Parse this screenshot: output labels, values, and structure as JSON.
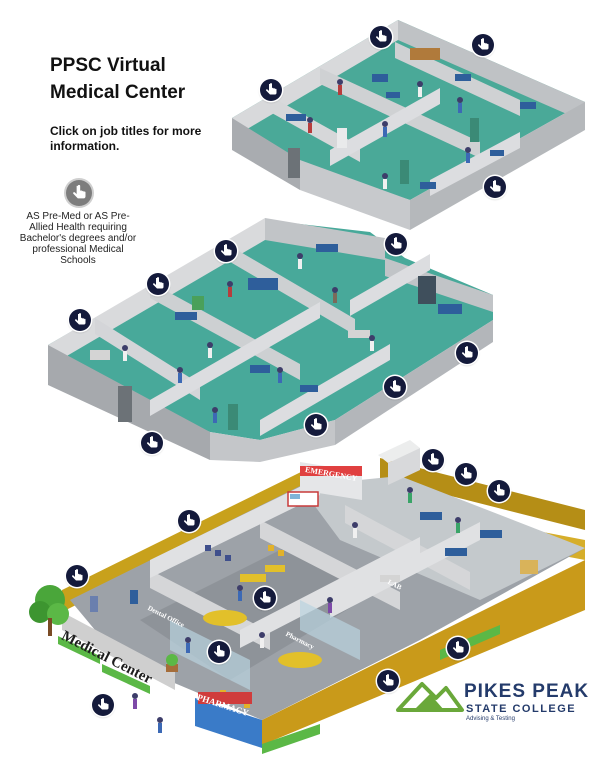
{
  "page": {
    "title_line1": "PPSC Virtual",
    "title_line2": "Medical Center",
    "instructions": "Click on job titles for more information.",
    "legend": {
      "icon": "pointer-hand-icon",
      "text": "AS Pre-Med or AS Pre-Allied Health requiring Bachelor's degrees and/or professional Medical Schools"
    }
  },
  "signs": {
    "medical_center": "Medical Center",
    "pharmacy": "PHARMACY",
    "emergency": "EMERGENCY",
    "dental_office": "Dental Office",
    "pharmacy_room": "Pharmacy",
    "lab": "LAB"
  },
  "logo": {
    "line1": "PIKES PEAK",
    "line2": "STATE COLLEGE",
    "line3": "Advising & Testing"
  },
  "hotspots": {
    "top_floor": [
      "pointer-hand-icon",
      "pointer-hand-icon",
      "pointer-hand-icon",
      "pointer-hand-icon"
    ],
    "middle_floor": [
      "pointer-hand-icon",
      "pointer-hand-icon",
      "pointer-hand-icon",
      "pointer-hand-icon",
      "pointer-hand-icon",
      "pointer-hand-icon",
      "pointer-hand-icon",
      "pointer-hand-icon"
    ],
    "ground_floor": [
      "pointer-hand-icon",
      "pointer-hand-icon",
      "pointer-hand-icon",
      "pointer-hand-icon",
      "pointer-hand-icon",
      "pointer-hand-icon",
      "pointer-hand-icon",
      "pointer-hand-icon",
      "pointer-hand-icon",
      "pointer-hand-icon"
    ]
  },
  "colors": {
    "floor_teal": "#48a99a",
    "wall_grey": "#c9cbcd",
    "wall_dark": "#9ea2a6",
    "outer_yellow": "#c9a21a",
    "hotspot": "#141a3b",
    "logo_green": "#6aa83a",
    "logo_navy": "#243b6b"
  }
}
